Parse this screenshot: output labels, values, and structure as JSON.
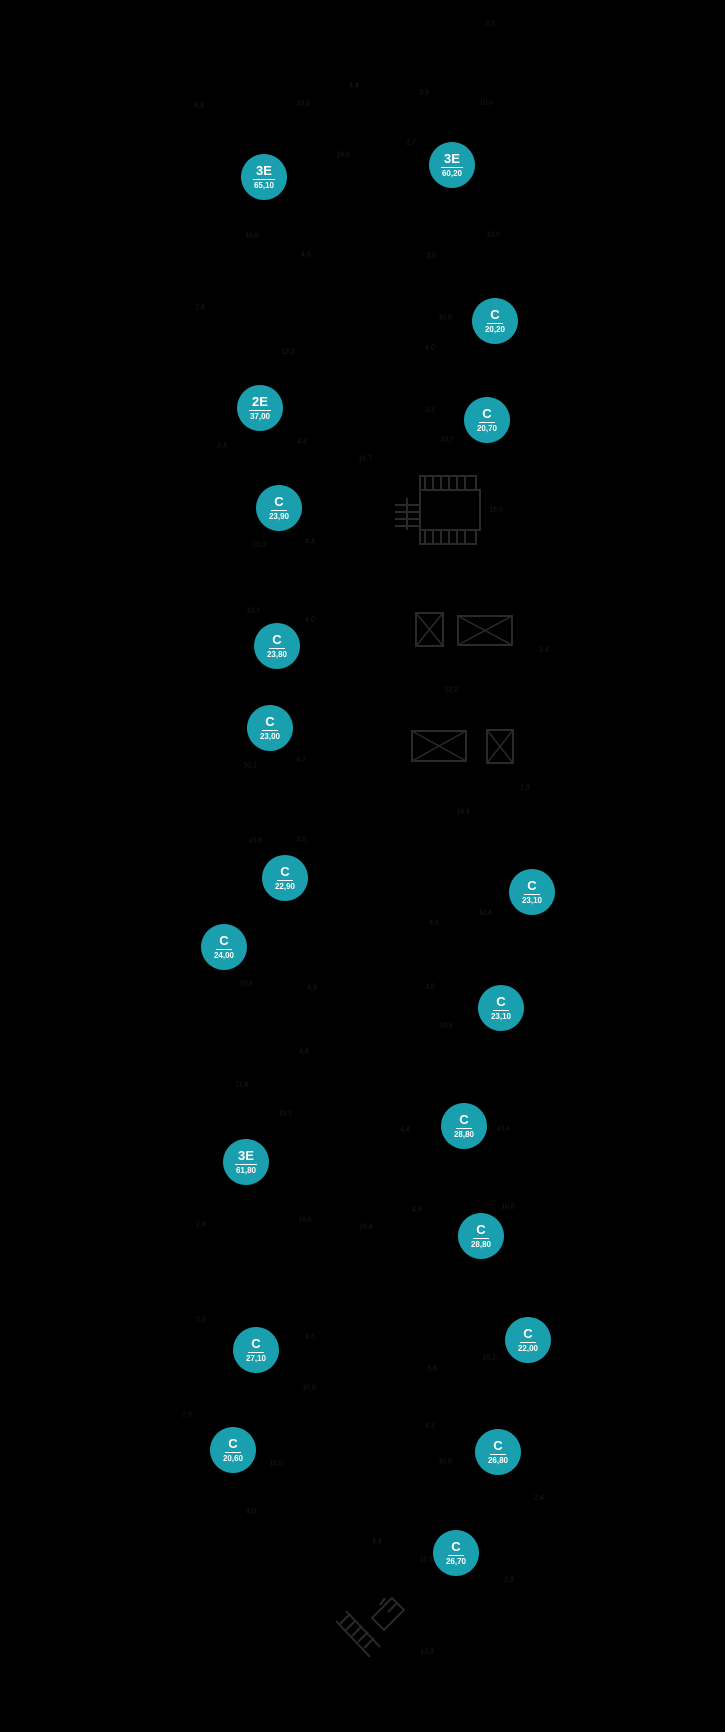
{
  "units": [
    {
      "type": "3E",
      "area": "65,10"
    },
    {
      "type": "3E",
      "area": "60,20"
    },
    {
      "type": "C",
      "area": "20,20"
    },
    {
      "type": "2E",
      "area": "37,00"
    },
    {
      "type": "C",
      "area": "20,70"
    },
    {
      "type": "C",
      "area": "23,90"
    },
    {
      "type": "C",
      "area": "23,80"
    },
    {
      "type": "C",
      "area": "23,00"
    },
    {
      "type": "C",
      "area": "22,90"
    },
    {
      "type": "C",
      "area": "23,10"
    },
    {
      "type": "C",
      "area": "24,00"
    },
    {
      "type": "C",
      "area": "23,10"
    },
    {
      "type": "C",
      "area": "28,80"
    },
    {
      "type": "3E",
      "area": "61,80"
    },
    {
      "type": "C",
      "area": "28,80"
    },
    {
      "type": "C",
      "area": "22,00"
    },
    {
      "type": "C",
      "area": "27,10"
    },
    {
      "type": "C",
      "area": "20,60"
    },
    {
      "type": "C",
      "area": "26,80"
    },
    {
      "type": "C",
      "area": "26,70"
    }
  ],
  "colors": {
    "badge": "#1a9fae",
    "badge_text": "#ffffff",
    "background": "#000000",
    "fixture": "#2a2a2a"
  },
  "icons": [
    "staircase-icon",
    "elevator-shaft-icon",
    "staircase-icon"
  ]
}
